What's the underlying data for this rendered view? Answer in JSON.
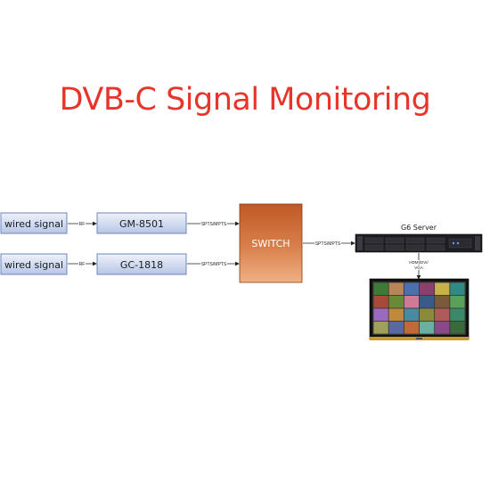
{
  "title": "DVB-C Signal Monitoring",
  "colors": {
    "title": "#e8352a",
    "box_fill_top": "#eef2fb",
    "box_fill_bottom": "#b7c6e6",
    "box_border": "#6f86b8",
    "switch_fill_top": "#c05824",
    "switch_fill_bottom": "#f0b184"
  },
  "inputs": [
    {
      "source": "wired signal",
      "link": "RF",
      "device": "GM-8501",
      "output": "SPTS/MPTS"
    },
    {
      "source": "wired signal",
      "link": "RF",
      "device": "GC-1818",
      "output": "SPTS/MPTS"
    }
  ],
  "switch": {
    "label": "SWITCH",
    "output": "SPTS/MPTS"
  },
  "server": {
    "label": "G6 Server"
  },
  "display_link": {
    "line1": "HDMI/DVI/",
    "line2": "VGA"
  },
  "display": {
    "icon": "multiviewer-monitor-icon"
  }
}
